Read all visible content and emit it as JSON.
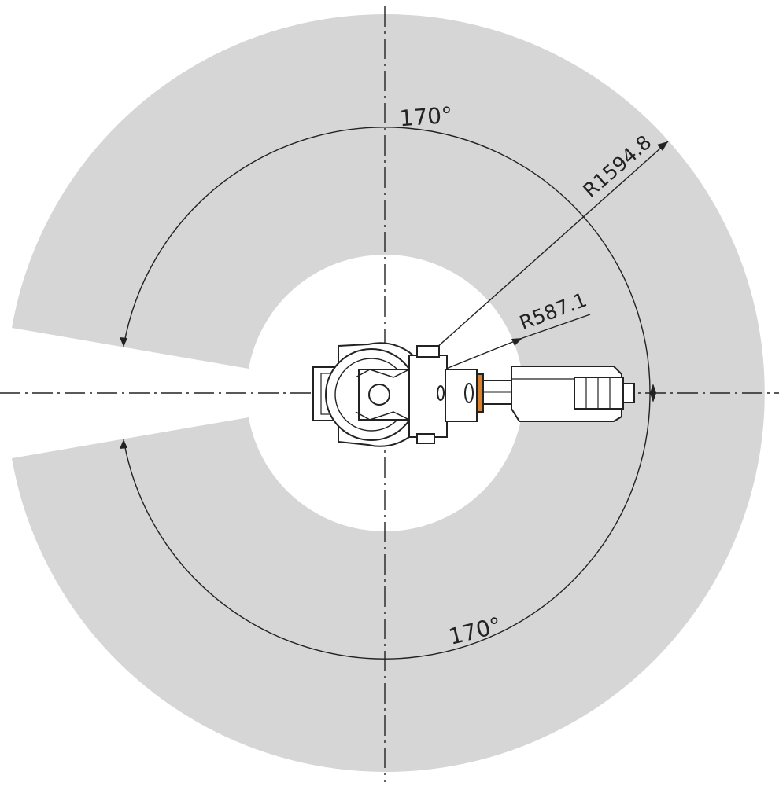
{
  "diagram": {
    "labels": {
      "angle_top": "170°",
      "angle_bottom": "170°",
      "outer_radius": "R1594.8",
      "inner_radius": "R587.1"
    },
    "colors": {
      "workspace_fill": "#d6d6d6",
      "background": "#ffffff",
      "line": "#222222",
      "flange_accent": "#d9822b"
    }
  }
}
